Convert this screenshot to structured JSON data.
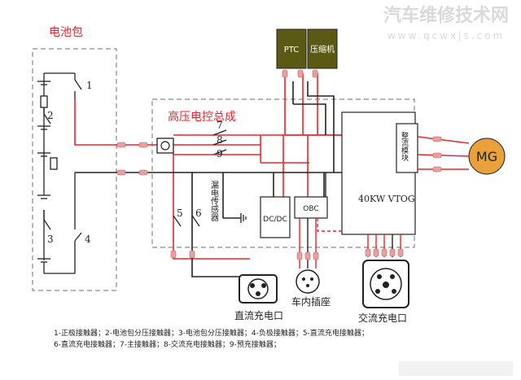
{
  "watermark": {
    "title": "汽车维修技术网",
    "url": "www.qcwxjs.com"
  },
  "labels": {
    "battery_pack": "电池包",
    "hv_controller": "高压电控总成",
    "ptc": "PTC",
    "compressor": "压缩机",
    "rectifier": "整流模块",
    "mg": "MG",
    "inverter": "40KW VTOG",
    "dcdc": "DC/DC",
    "obc": "OBC",
    "leak_sensor": "漏电传感器",
    "dc_port": "直流充电口",
    "vehicle_socket": "车内插座",
    "ac_port": "交流充电口"
  },
  "numbers": {
    "n1": "1",
    "n2": "2",
    "n3": "3",
    "n4": "4",
    "n5": "5",
    "n6": "6",
    "n7": "7",
    "n8": "8",
    "n9": "9"
  },
  "legend": {
    "line1": "1-正极接触器；2-电池包分压接触器；3-电池包分压接触器；4-负极接触器；5-直流充电接触器；",
    "line2": "6-直流充电接触器；7-主接触器；8-交流充电接触器；9-预充接触器；"
  },
  "colors": {
    "positive_wire": "#e8262c",
    "negative_wire": "#222222",
    "dashed_box": "#8a8a8a",
    "ptc_fill": "#5a5a14",
    "mg_fill": "#e9a23b",
    "connector": "#e9a0a0"
  }
}
